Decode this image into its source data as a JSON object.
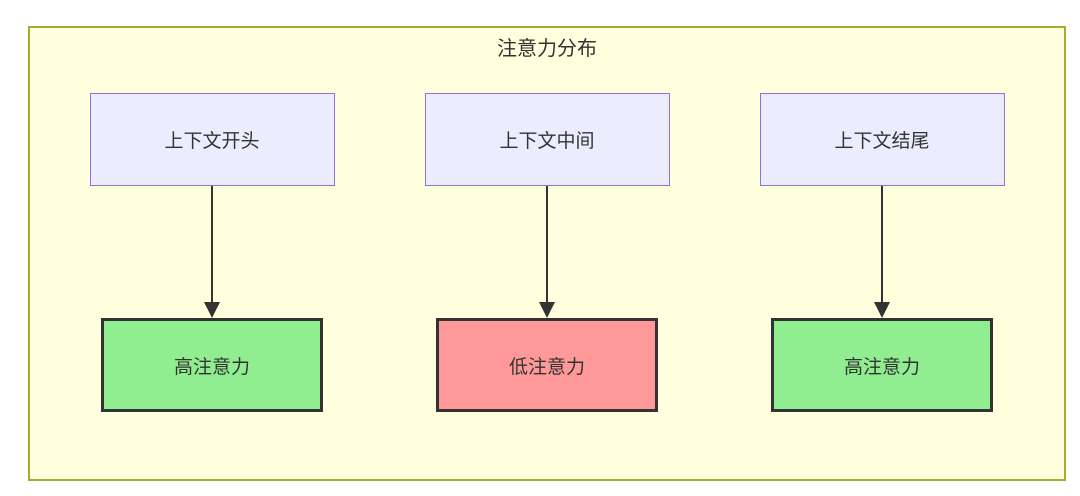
{
  "diagram": {
    "title": "注意力分布",
    "columns": [
      {
        "source": "上下文开头",
        "target": "高注意力",
        "level": "high"
      },
      {
        "source": "上下文中间",
        "target": "低注意力",
        "level": "low"
      },
      {
        "source": "上下文结尾",
        "target": "高注意力",
        "level": "high"
      }
    ],
    "colors": {
      "container_fill": "#ffffde",
      "container_border": "#aaaa33",
      "source_fill": "#ececff",
      "source_border": "#9370db",
      "high_fill": "#90ee90",
      "low_fill": "#ff9999",
      "result_border": "#333333",
      "arrow": "#333333",
      "text": "#333333"
    }
  }
}
